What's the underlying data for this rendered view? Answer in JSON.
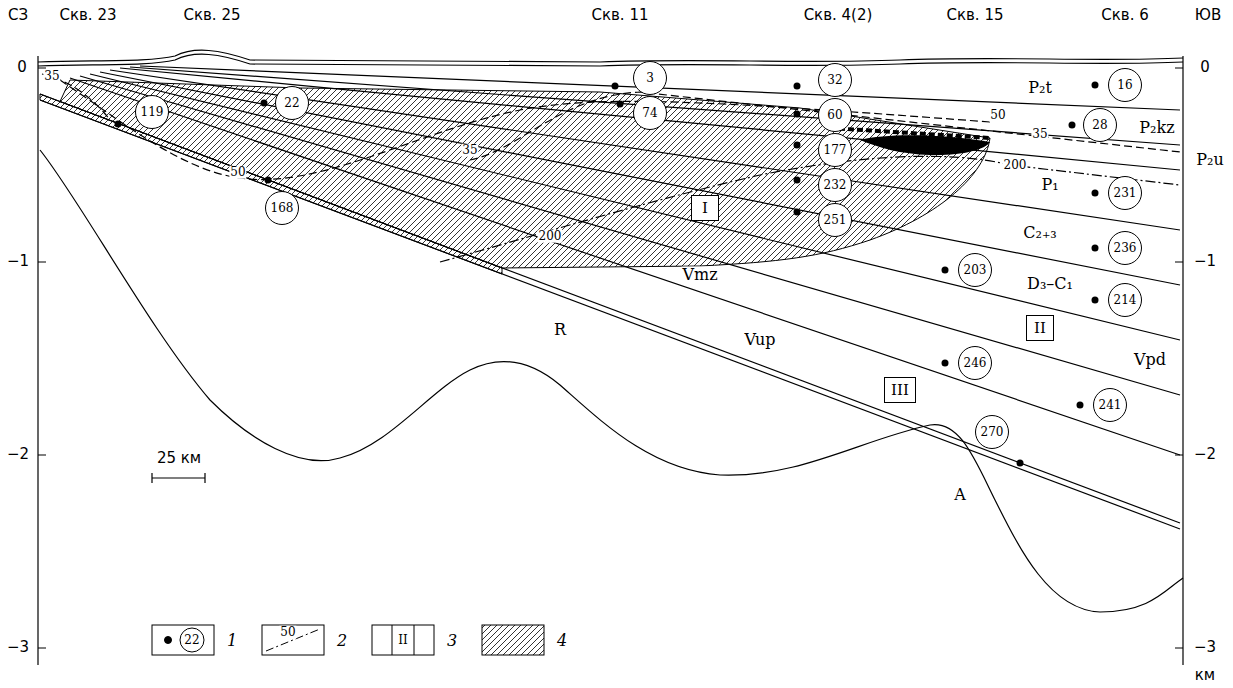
{
  "diagram": {
    "nodes": [
      {
        "text": [
          "119"
        ]
      },
      {
        "text": [
          "22"
        ]
      },
      {
        "text": [
          "168"
        ]
      },
      {
        "text": [
          "3"
        ]
      },
      {
        "text": [
          "74"
        ]
      },
      {
        "text": [
          "32"
        ]
      },
      {
        "text": [
          "60"
        ]
      },
      {
        "text": [
          "177"
        ]
      },
      {
        "text": [
          "232"
        ]
      },
      {
        "text": [
          "251"
        ]
      },
      {
        "text": [
          "I"
        ]
      },
      {
        "text": [
          "16"
        ]
      },
      {
        "text": [
          "28"
        ]
      },
      {
        "text": [
          "231"
        ]
      },
      {
        "text": [
          "236"
        ]
      },
      {
        "text": [
          "214"
        ]
      },
      {
        "text": [
          "203"
        ]
      },
      {
        "text": [
          "246"
        ]
      },
      {
        "text": [
          "II"
        ]
      },
      {
        "text": [
          "241"
        ]
      },
      {
        "text": [
          "III"
        ]
      },
      {
        "text": [
          "270"
        ]
      }
    ],
    "labels": [
      "СЗ",
      "Скв. 23",
      "Скв. 25",
      "Скв. 11",
      "Скв. 4(2)",
      "Скв. 15",
      "Скв. 6",
      "ЮВ",
      "0",
      "−1",
      "−2",
      "−3",
      "0",
      "−1",
      "−2",
      "−3",
      "км",
      "25 км",
      "P₂t",
      "P₂kz",
      "P₂u",
      "P₁",
      "C₂₊₃",
      "D₃–C₁",
      "Vpd",
      "Vmz",
      "Vup",
      "R",
      "A",
      "35",
      "35",
      "35",
      "50",
      "50",
      "200",
      "200",
      "22",
      "50",
      "II"
    ],
    "legend": [
      {
        "text": "1"
      },
      {
        "text": "2"
      },
      {
        "text": "3"
      },
      {
        "text": "4"
      }
    ]
  }
}
